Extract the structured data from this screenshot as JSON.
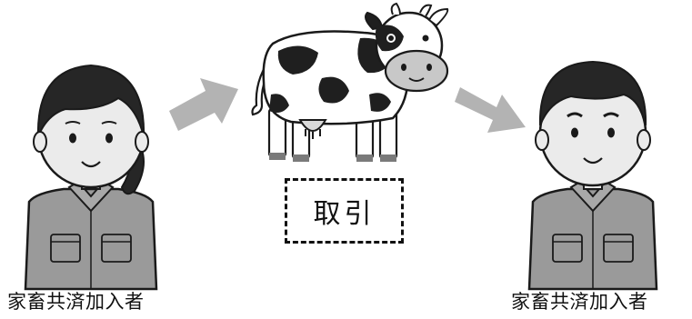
{
  "left_person": {
    "label": "家畜共済加入者",
    "icon": "farmer-woman-icon"
  },
  "right_person": {
    "label": "家畜共済加入者",
    "icon": "farmer-man-icon"
  },
  "center": {
    "icon": "dairy-cow-icon",
    "transaction_label": "取引"
  },
  "arrows": {
    "color": "#b3b3b3",
    "icon": "arrow-right-icon"
  },
  "colors": {
    "skin": "#ebebeb",
    "hair": "#262626",
    "uniform": "#9a9a9a",
    "outline": "#1a1a1a",
    "cow_body": "#ffffff",
    "cow_spots": "#1f1f1f",
    "cow_muzzle": "#c8c8c8"
  }
}
